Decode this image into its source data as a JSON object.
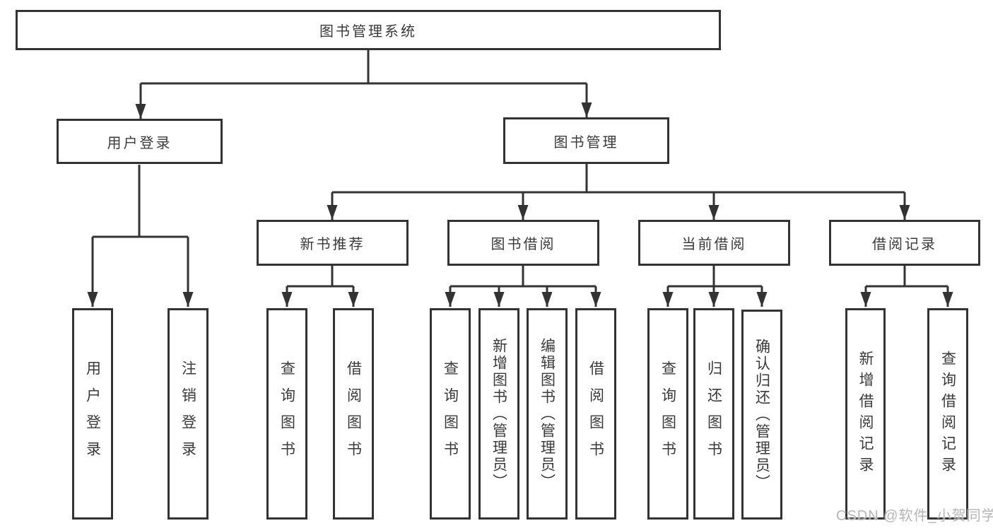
{
  "diagram": {
    "nodes": {
      "root": "图书管理系统",
      "user_login": "用户登录",
      "book_management": "图书管理",
      "new_book_recommend": "新书推荐",
      "book_borrowing": "图书借阅",
      "current_borrowing": "当前借阅",
      "borrowing_records": "借阅记录"
    },
    "leaves": {
      "user_login": [
        "用户登录",
        "注销登录"
      ],
      "new_book_recommend": [
        "查询图书",
        "借阅图书"
      ],
      "book_borrowing": [
        "查询图书",
        "新增图书（管理员）",
        "编辑图书（管理员）",
        "借阅图书"
      ],
      "current_borrowing": [
        "查询图书",
        "归还图书",
        "确认归还（管理员）"
      ],
      "borrowing_records": [
        "新增借阅记录",
        "查询借阅记录"
      ]
    },
    "watermark": "CSDN @软件_小贺同学",
    "colors": {
      "line": "#333333",
      "text": "#3a3a3a",
      "watermark": "#b5b5b5",
      "background": "#ffffff"
    }
  }
}
